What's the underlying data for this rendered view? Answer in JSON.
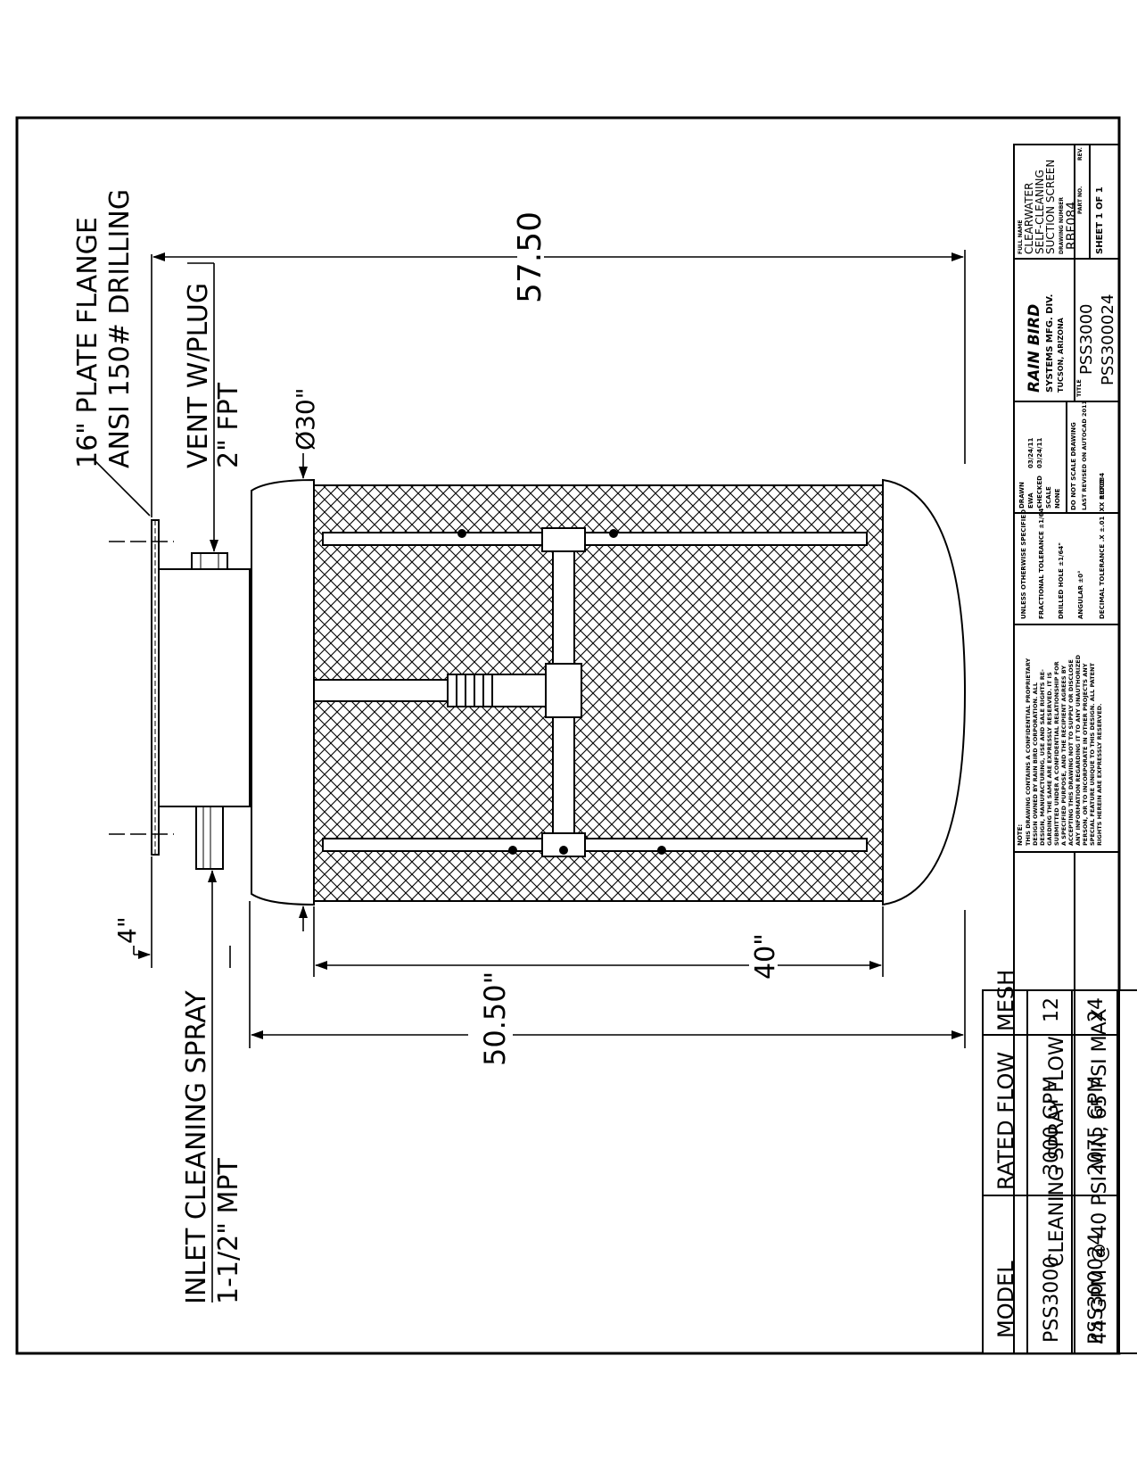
{
  "callouts": {
    "flange_line1": "16\" PLATE FLANGE",
    "flange_line2": "ANSI 150# DRILLING",
    "vent_line1": "VENT W/PLUG",
    "vent_line2": "2\" FPT",
    "diameter": "Ø30\"",
    "inlet_line1": "INLET CLEANING SPRAY",
    "inlet_line2": "1-1/2\" MPT",
    "flange_offset": "4\""
  },
  "dimensions": {
    "overall_length": "57.50",
    "body_length": "50.50\"",
    "screen_length": "40\""
  },
  "spec_table": {
    "headers": [
      "MODEL",
      "RATED FLOW",
      "MESH"
    ],
    "rows": [
      [
        "PSS3000",
        "3000 GPM",
        "12"
      ],
      [
        "PSS300024",
        "2075 GPM",
        "24"
      ]
    ],
    "spray_title": "CLEANING SPRAY FLOW",
    "spray_value": "44 GPM @ 40 PSI MIN, 65 PSI MAX"
  },
  "title_block": {
    "notice_heading": "NOTE:",
    "notice_lines": [
      "THIS DRAWING CONTAINS A CONFIDENTIAL PROPRIETARY",
      "DESIGN OWNED BY RAIN BIRD CORPORATION. ALL",
      "DESIGN, MANUFACTURING, USE AND SALE RIGHTS RE-",
      "GARDING THE SAME ARE EXPRESSLY RESERVED. IT IS",
      "SUBMITTED UNDER A CONFIDENTIAL RELATIONSHIP FOR",
      "A SPECIFIED PURPOSE, AND THE RECIPIENT AGREES BY",
      "ACCEPTING THIS DRAWING NOT TO SUPPLY OR DISCLOSE",
      "ANY INFORMATION REGARDING IT TO ANY UNAUTHORIZED",
      "PERSON, OR TO INCORPORATE IN OTHER PROJECTS ANY",
      "SPECIAL FEATURE UNIQUE TO THIS DESIGN. ALL PATENT",
      "RIGHTS HEREIN ARE EXPRESSLY RESERVED."
    ],
    "tolerance_lines": [
      "UNLESS OTHERWISE SPECIFIED",
      "FRACTIONAL TOLERANCE   ±1/64\"",
      "DRILLED HOLE   ±1/64\"",
      "ANGULAR   ±0°",
      "DECIMAL TOLERANCE   .X ±.01   .XX ±.005"
    ],
    "drawn_label": "DRAWN",
    "drawn_by": "EWA",
    "drawn_date": "03/24/11",
    "checked_label": "CHECKED",
    "checked_date": "03/24/11",
    "scale_label": "SCALE",
    "scale_value": "NONE",
    "no_scale": "DO NOT SCALE DRAWING",
    "cad_note": "LAST REVISED ON AUTOCAD 2011",
    "dwg_name": "RBF084",
    "company_logo": "RAIN BIRD",
    "company_line1": "SYSTEMS MFG. DIV.",
    "company_line2": "TUCSON, ARIZONA",
    "title_label": "TITLE",
    "title_line1": "PSS3000",
    "title_line2": "PSS300024",
    "full_name_label": "FULL NAME",
    "full_name_lines": [
      "CLEARWATER",
      "SELF-CLEANING",
      "SUCTION SCREEN"
    ],
    "drawing_number_label": "DRAWING NUMBER",
    "drawing_number": "RBF084",
    "part_no_label": "PART NO.",
    "rev_label": "REV.",
    "sheet": "SHEET 1 OF 1"
  }
}
